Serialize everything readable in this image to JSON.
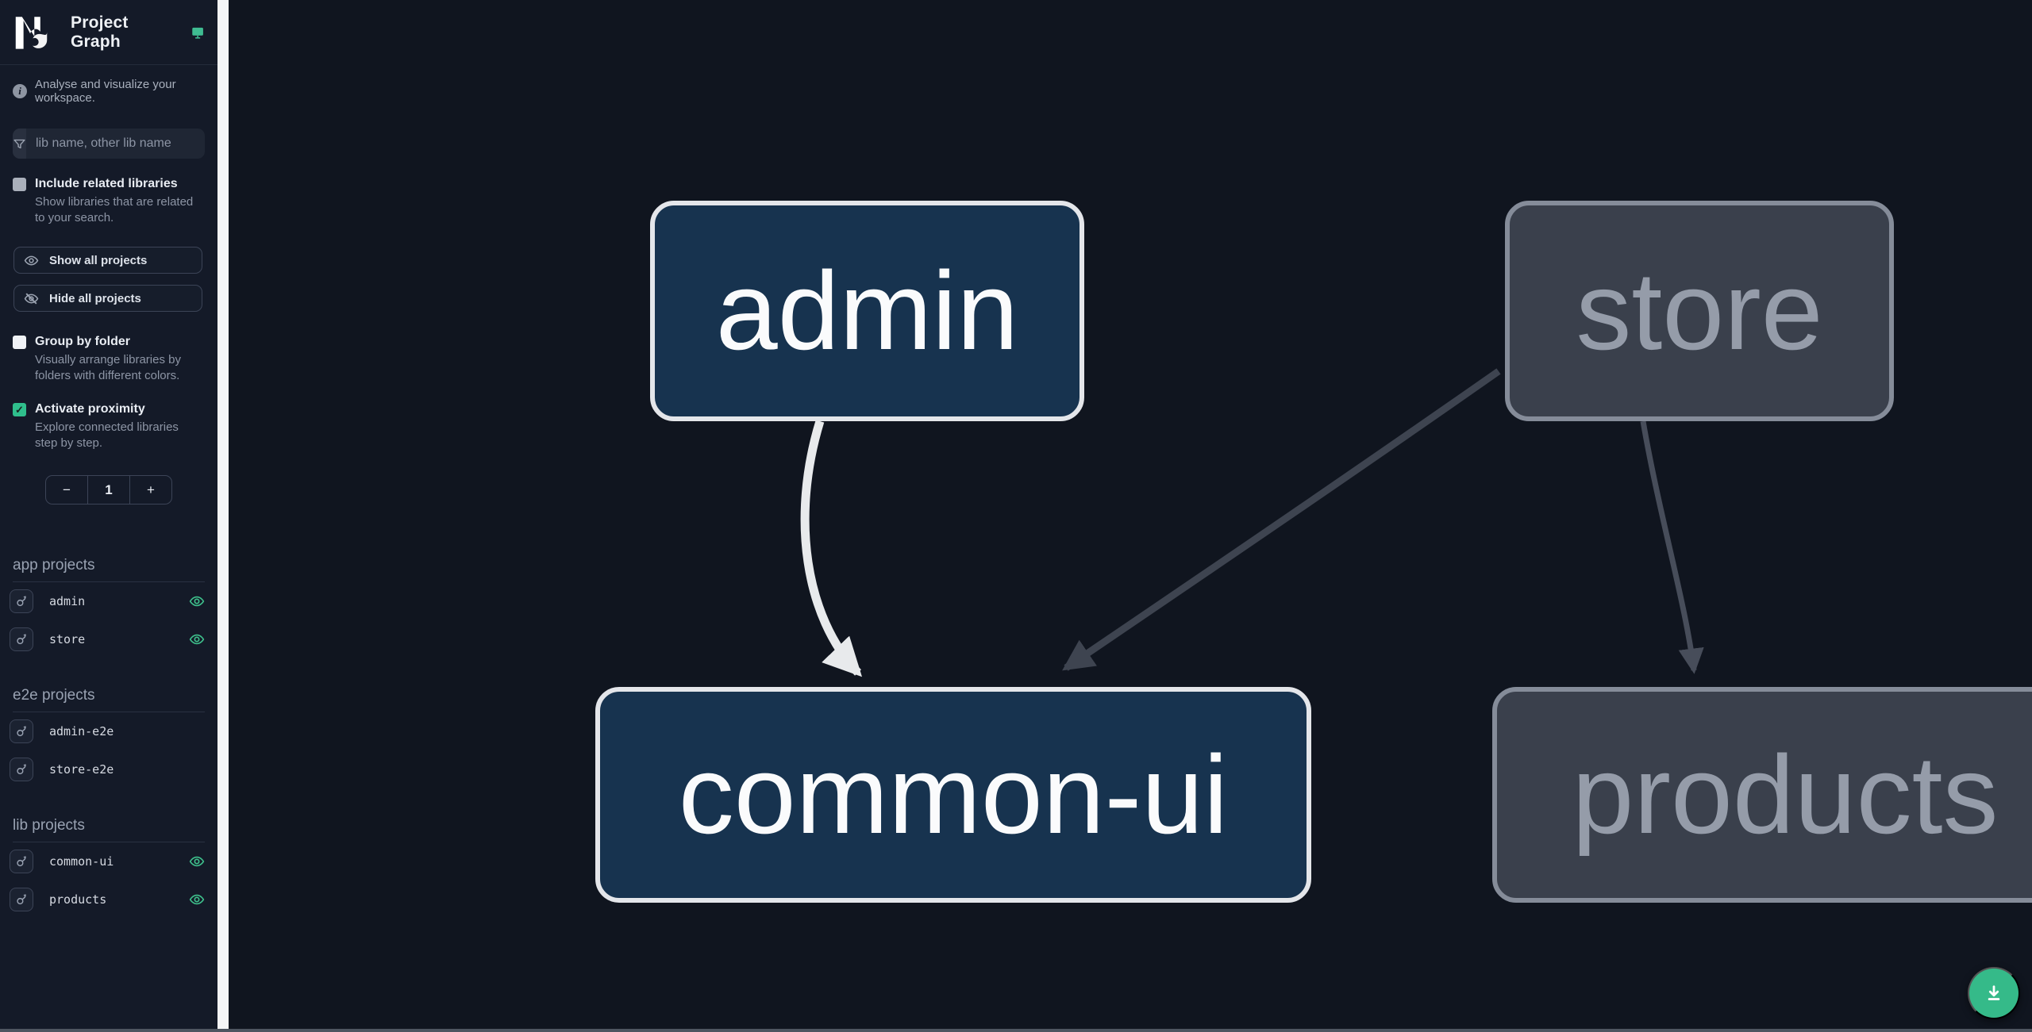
{
  "header": {
    "title": "Project Graph",
    "logo_icon": "nx-logo",
    "theme_icon": "monitor-icon"
  },
  "sidebar": {
    "tagline": "Analyse and visualize your workspace.",
    "search": {
      "placeholder": "lib name, other lib name",
      "value": ""
    },
    "include_related": {
      "label": "Include related libraries",
      "description": "Show libraries that are related to your search.",
      "checked": false
    },
    "show_all_label": "Show all projects",
    "hide_all_label": "Hide all projects",
    "group_by_folder": {
      "label": "Group by folder",
      "description": "Visually arrange libraries by folders with different colors.",
      "checked": false
    },
    "activate_proximity": {
      "label": "Activate proximity",
      "description": "Explore connected libraries step by step.",
      "checked": true
    },
    "proximity": {
      "decrement": "−",
      "value": "1",
      "increment": "+"
    },
    "sections": [
      {
        "title": "app projects",
        "items": [
          {
            "name": "admin",
            "visible": true
          },
          {
            "name": "store",
            "visible": true
          }
        ]
      },
      {
        "title": "e2e projects",
        "items": [
          {
            "name": "admin-e2e",
            "visible": false
          },
          {
            "name": "store-e2e",
            "visible": false
          }
        ]
      },
      {
        "title": "lib projects",
        "items": [
          {
            "name": "common-ui",
            "visible": true
          },
          {
            "name": "products",
            "visible": true
          }
        ]
      }
    ]
  },
  "graph": {
    "nodes": [
      {
        "id": "admin",
        "label": "admin",
        "state": "focused"
      },
      {
        "id": "store",
        "label": "store",
        "state": "unfocused"
      },
      {
        "id": "common-ui",
        "label": "common-ui",
        "state": "focused"
      },
      {
        "id": "products",
        "label": "products",
        "state": "unfocused"
      }
    ],
    "edges": [
      {
        "from": "admin",
        "to": "common-ui",
        "highlighted": true
      },
      {
        "from": "store",
        "to": "common-ui",
        "highlighted": false
      },
      {
        "from": "store",
        "to": "products",
        "highlighted": false
      }
    ]
  },
  "fab": {
    "icon": "download-icon"
  },
  "colors": {
    "accent_teal": "#35ba89",
    "eye_green": "#3ec08c",
    "focused_node_fill": "#17334f",
    "focused_node_border": "#e4e6ea",
    "unfocused_node_fill": "#3a404c",
    "unfocused_node_border": "#858c99",
    "sidebar_bg": "#141a28",
    "canvas_bg": "#10151f",
    "edge_white": "#e8eaec",
    "edge_gray": "#3e4450"
  }
}
